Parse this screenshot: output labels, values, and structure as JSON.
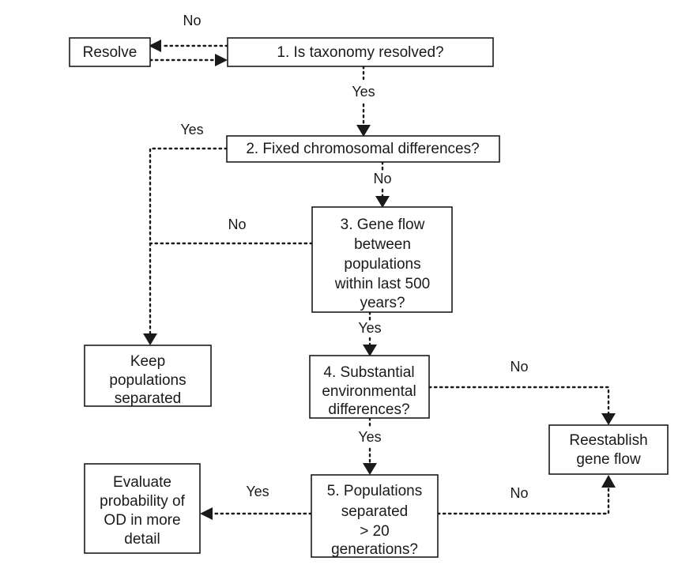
{
  "diagram": {
    "type": "flowchart",
    "title": "",
    "background_color": "#ffffff",
    "line_color": "#1a1a1a",
    "line_style": "dotted",
    "nodes": {
      "resolve": {
        "label": "Resolve",
        "shape": "rectangle"
      },
      "q1": {
        "label": "1. Is taxonomy resolved?",
        "shape": "rectangle"
      },
      "q2": {
        "label": "2. Fixed chromosomal differences?",
        "shape": "rectangle"
      },
      "q3_line1": {
        "label": "3. Gene flow"
      },
      "q3_line2": {
        "label": "between"
      },
      "q3_line3": {
        "label": "populations"
      },
      "q3_line4": {
        "label": "within last 500"
      },
      "q3_line5": {
        "label": "years?"
      },
      "keep_line1": {
        "label": "Keep"
      },
      "keep_line2": {
        "label": "populations"
      },
      "keep_line3": {
        "label": "separated"
      },
      "q4_line1": {
        "label": "4. Substantial"
      },
      "q4_line2": {
        "label": "environmental"
      },
      "q4_line3": {
        "label": "differences?"
      },
      "reestablish_line1": {
        "label": "Reestablish"
      },
      "reestablish_line2": {
        "label": "gene flow"
      },
      "evaluate_line1": {
        "label": "Evaluate"
      },
      "evaluate_line2": {
        "label": "probability of"
      },
      "evaluate_line3": {
        "label": "OD in more"
      },
      "evaluate_line4": {
        "label": "detail"
      },
      "q5_line1": {
        "label": "5. Populations"
      },
      "q5_line2": {
        "label": "separated"
      },
      "q5_line3": {
        "label": "> 20"
      },
      "q5_line4": {
        "label": "generations?"
      }
    },
    "edge_labels": {
      "q1_no": "No",
      "q1_yes": "Yes",
      "q2_yes": "Yes",
      "q2_no": "No",
      "q3_no": "No",
      "q3_yes": "Yes",
      "q4_no": "No",
      "q4_yes": "Yes",
      "q5_yes": "Yes",
      "q5_no": "No"
    }
  }
}
